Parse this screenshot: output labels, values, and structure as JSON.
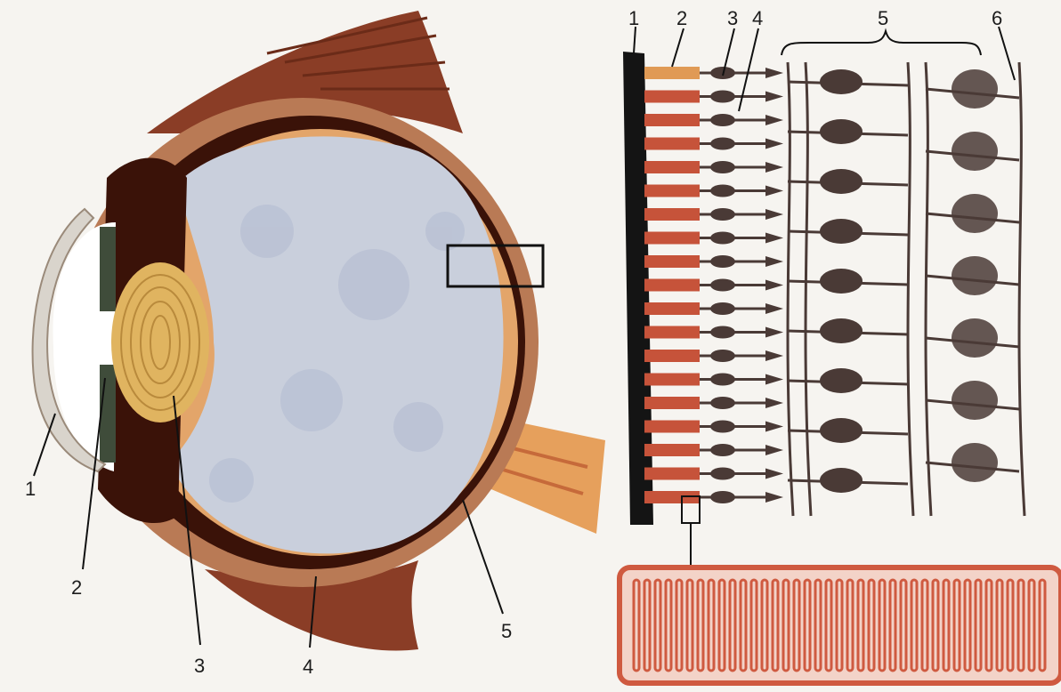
{
  "figure": {
    "eye_labels": [
      "1",
      "2",
      "3",
      "4",
      "5"
    ],
    "retina_labels": [
      "1",
      "2",
      "3",
      "4",
      "5",
      "6"
    ]
  },
  "colors": {
    "background": "#f6f4f0",
    "muscle": "#8a3d26",
    "sclera": "#b97a55",
    "choroid": "#3a1208",
    "retina": "#e3a56a",
    "vitreous": "#c9cfdc",
    "lens": "#e0b460",
    "cornea": "#e9e7e2",
    "pigment_layer": "#141414",
    "receptor_segment": "#c6533a",
    "neuron": "#4a3a36",
    "disc_stack": "#cf5a40"
  },
  "icons": {
    "eye": "eye-cross-section-icon",
    "retina": "retina-layers-icon",
    "discs": "photoreceptor-discs-icon"
  }
}
